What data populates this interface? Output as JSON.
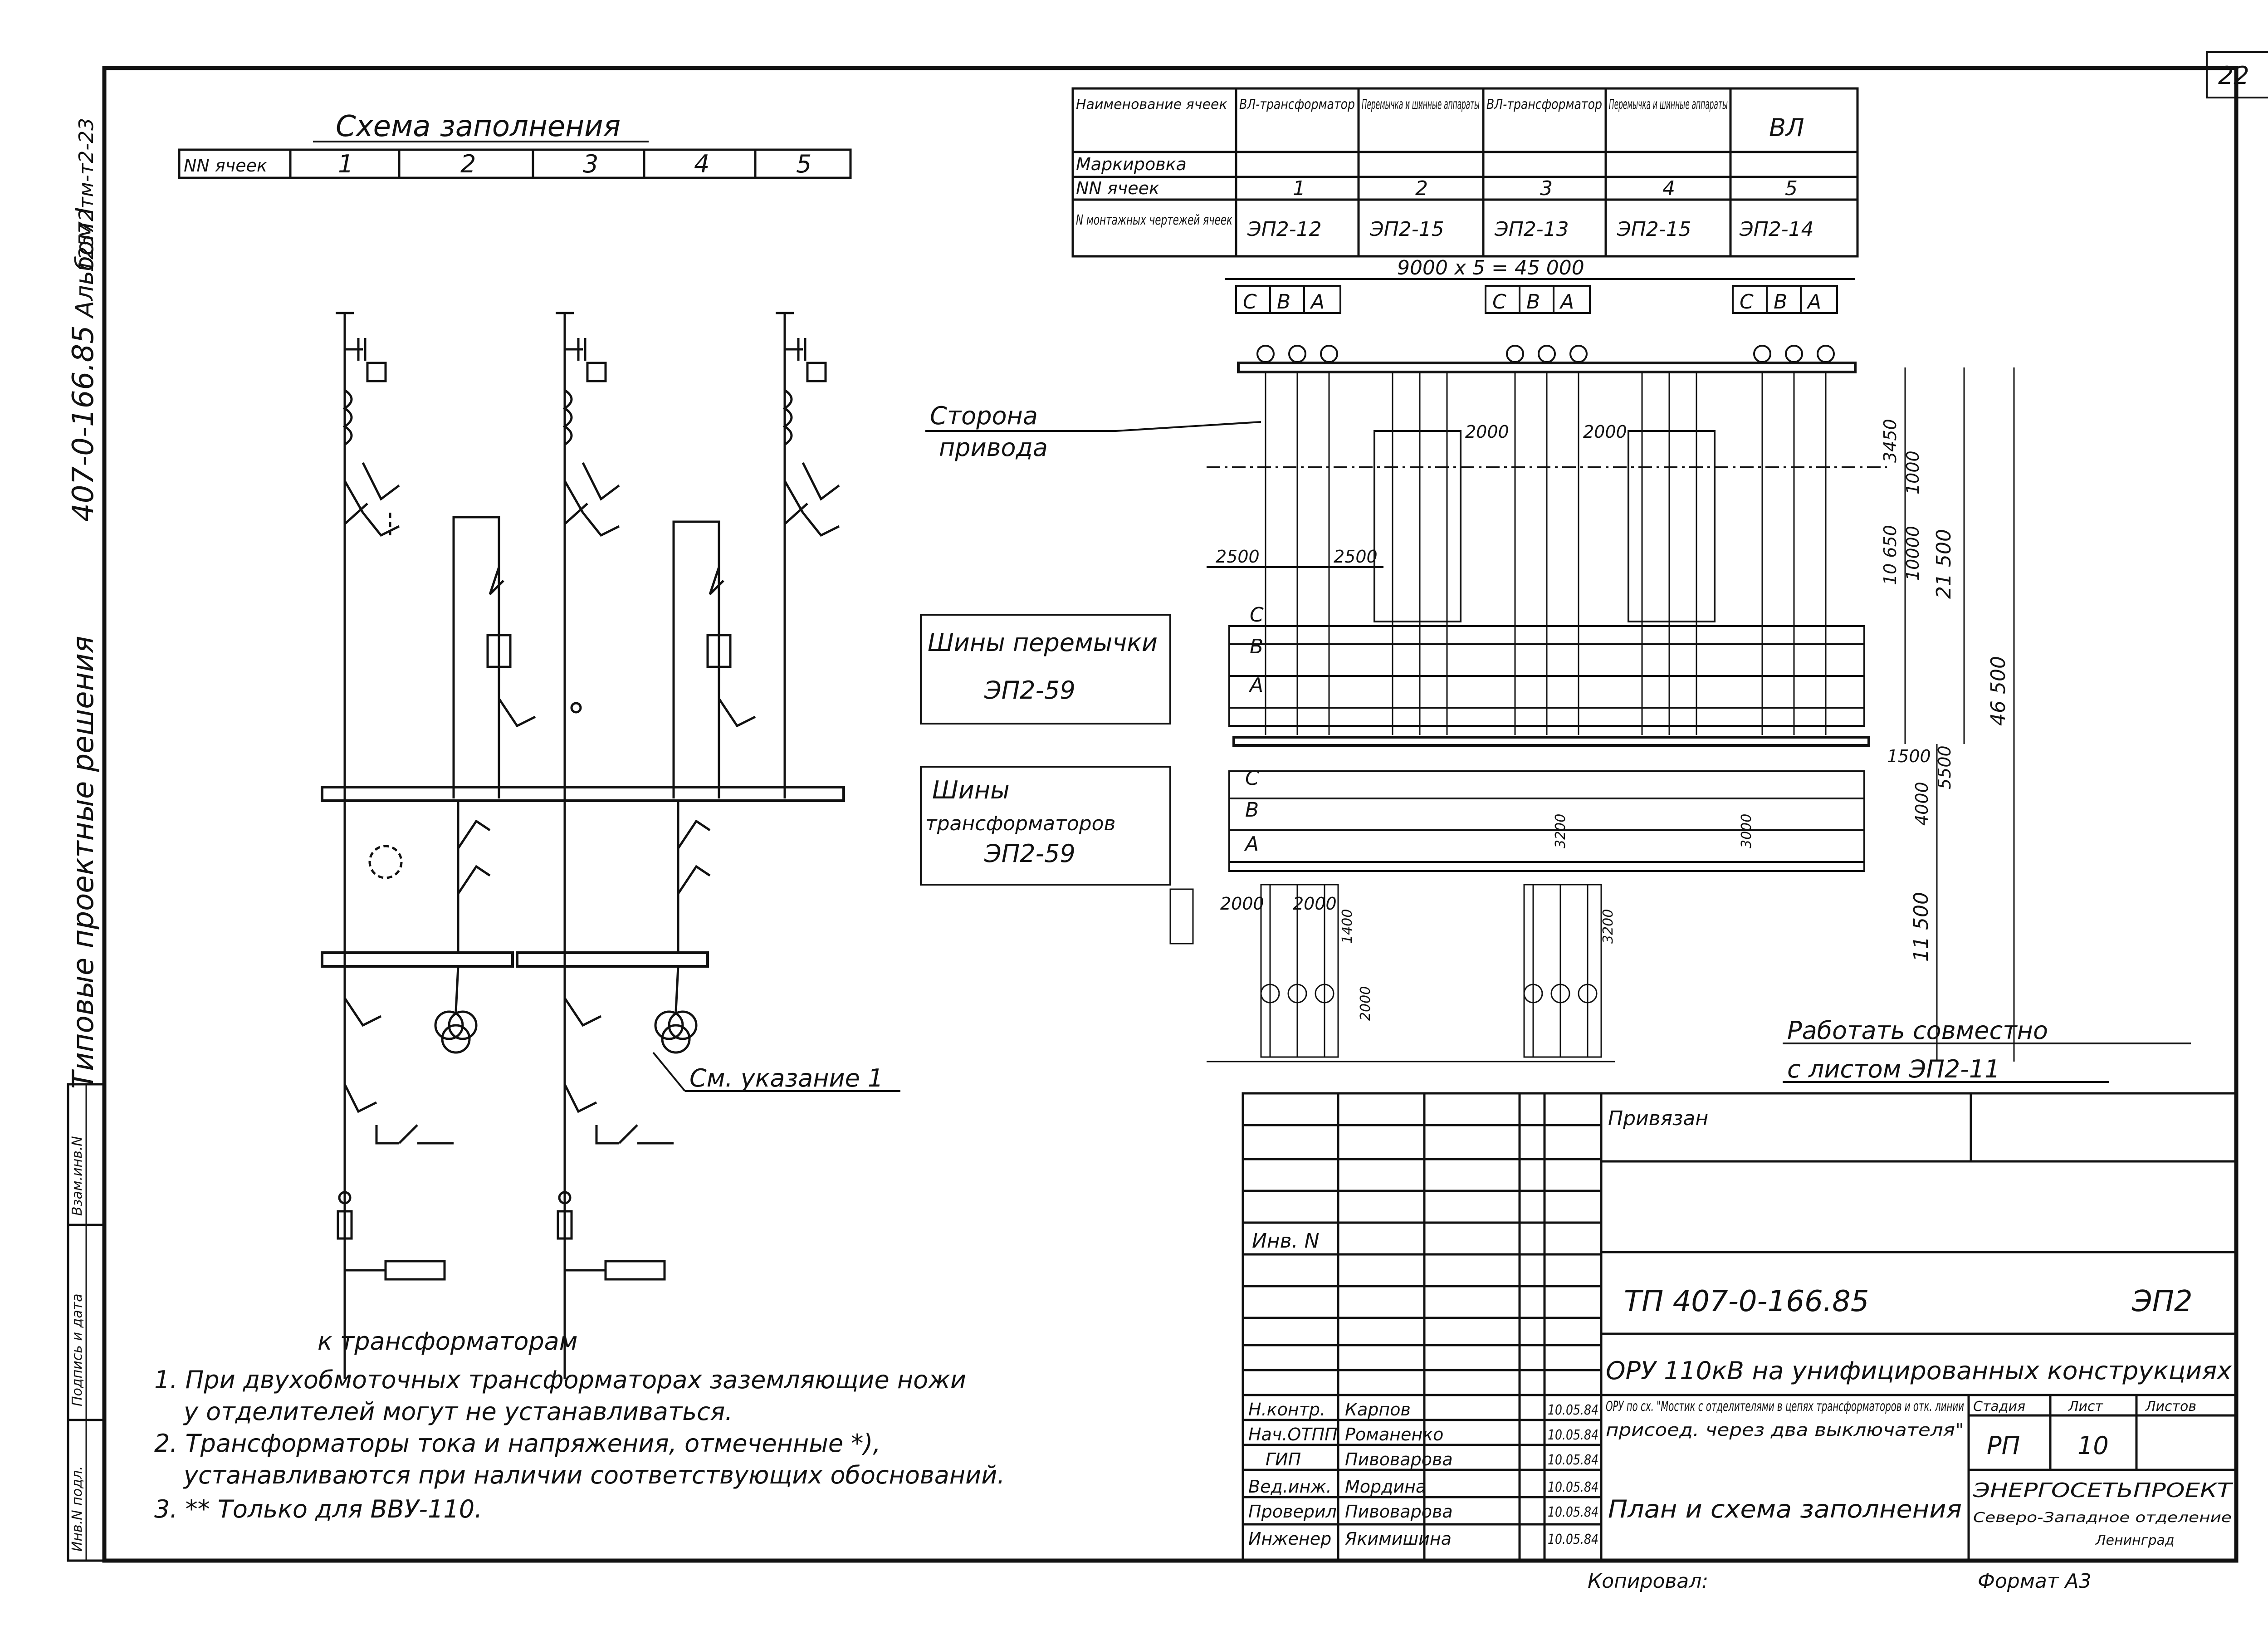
{
  "sheet_corner": "22",
  "side_margin": {
    "series_title": "Типовые проектные решения",
    "code": "407-0-166.85",
    "album": "Альбом I",
    "archive": "12572тм-т2-23",
    "stub_labels": [
      "Инв.N подл.",
      "Подпись и дата",
      "Взам.инв.N"
    ]
  },
  "fill_scheme": {
    "title": "Схема заполнения",
    "header": "NN ячеек",
    "cells": [
      "1",
      "2",
      "3",
      "4",
      "5"
    ]
  },
  "cell_table": {
    "row_labels": [
      "Наименование ячеек",
      "Маркировка",
      "NN ячеек",
      "N монтажных чертежей ячеек"
    ],
    "names": [
      "ВЛ-трансформатор",
      "Перемычка и шинные аппараты",
      "ВЛ-трансформатор",
      "Перемычка и шинные аппараты",
      "ВЛ"
    ],
    "numbers": [
      "1",
      "2",
      "3",
      "4",
      "5"
    ],
    "drawings": [
      "ЭП2-12",
      "ЭП2-15",
      "ЭП2-13",
      "ЭП2-15",
      "ЭП2-14"
    ]
  },
  "plan": {
    "dim_top": "9000 x 5 = 45 000",
    "phase_group": [
      "C",
      "B",
      "A"
    ],
    "dims": [
      "2500",
      "2500",
      "2000",
      "2000",
      "10 650",
      "3450",
      "1000",
      "10000",
      "21 500",
      "46 500",
      "1500",
      "4000",
      "5500",
      "11 500",
      "2000",
      "2000",
      "1400",
      "3200",
      "2000",
      "3000",
      "3200"
    ],
    "label_drive_1": "Сторона",
    "label_drive_2": "привода",
    "label_bridge_1": "Шины перемычки",
    "label_bridge_2": "ЭП2-59",
    "label_trans_1": "Шины",
    "label_trans_2": "трансформаторов",
    "label_trans_3": "ЭП2-59",
    "note_ref": "См. указание 1",
    "work_with_1": "Работать совместно",
    "work_with_2": "с листом ЭП2-11"
  },
  "schematic": {
    "to_transformers": "к трансформаторам"
  },
  "notes": [
    "1. При двухобмоточных трансформаторах заземляющие ножи",
    "у отделителей могут не устанавливаться.",
    "2. Трансформаторы тока и напряжения, отмеченные *),",
    "устанавливаются при наличии соответствующих обоснований.",
    "3. ** Только для ВВУ-110."
  ],
  "title_block": {
    "bound": "Привязан",
    "inv": "Инв. N",
    "code": "ТП 407-0-166.85",
    "sheet_code": "ЭП2",
    "title_1": "ОРУ 110кВ на унифицированных конструкциях",
    "title_2": "ОРУ по сх. \"Мостик с отделителями в цепях трансформаторов и отк. линии",
    "title_3": "присоед. через два выключателя\"",
    "drawing_name": "План и схема заполнения",
    "stage_header": "Стадия",
    "sheet_header": "Лист",
    "sheets_header": "Листов",
    "stage": "РП",
    "sheet_no": "10",
    "org_1": "ЭНЕРГОСЕТЬПРОЕКТ",
    "org_2": "Северо-Западное отделение",
    "org_3": "Ленинград",
    "signers": [
      {
        "role": "Н.контр.",
        "name": "Карпов",
        "date": "10.05.84"
      },
      {
        "role": "Нач.ОТПП",
        "name": "Романенко",
        "date": "10.05.84"
      },
      {
        "role": "ГИП",
        "name": "Пивоварова",
        "date": "10.05.84"
      },
      {
        "role": "Вед.инж.",
        "name": "Мордина",
        "date": "10.05.84"
      },
      {
        "role": "Проверил",
        "name": "Пивоварова",
        "date": "10.05.84"
      },
      {
        "role": "Инженер",
        "name": "Якимишина",
        "date": "10.05.84"
      }
    ],
    "copied": "Копировал:",
    "format": "Формат А3"
  }
}
